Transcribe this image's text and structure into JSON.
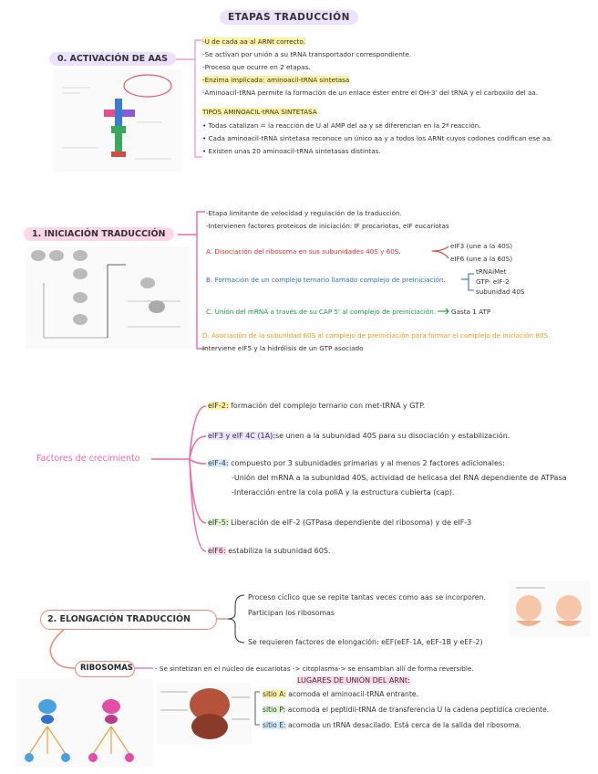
{
  "title": "ETAPAS TRADUCCIÓN",
  "sec0": {
    "heading": "0. ACTIVACIÓN DE AAS",
    "lines": [
      "-U de cada aa al ARNt correcto.",
      "-Se activan por unión a su tRNA transportador correspondiente.",
      "-Proceso que ocurre en 2 etapas.",
      "-Enzima implicada: aminoacil-tRNA sintetasa",
      "-Aminoacil-tRNA permite la formación de un enlace éster entre el OH-3' del tRNA y el carboxilo del aa."
    ],
    "subheading": "TIPOS AMINOACIL-tRNA SINTETASA",
    "bullets": [
      "• Todas catalizan = la reacción de U al AMP del aa y se diferencian en la 2ª reacción.",
      "• Cada aminoacil-tRNA sintetasa reconoce un único aa y a todos los ARNt cuyos codones codifican ese aa.",
      "• Existen unas 20 aminoacil-tRNA sintetasas distintas."
    ]
  },
  "sec1": {
    "heading": "1. INICIACIÓN TRADUCCIÓN",
    "intro": [
      "-Etapa limitante de velocidad y regulación de la traducción.",
      "-Intervienen factores proteicos de iniciación: IF procariotas, eIF eucariotas"
    ],
    "a_text": "A. Disociación del ribosoma en sus subunidades 40S y 60S.",
    "a_items": [
      "eIF3 (une a la 40S)",
      "eIF6 (une a la 60S)"
    ],
    "b_text": "B. Formación de un complejo ternario llamado complejo de preiniciación.",
    "b_items": [
      "tRNAiMet",
      "GTP- eIF-2",
      "subunidad 40S"
    ],
    "c_text": "C. Unión del mRNA a través de su CAP 5' al complejo de preiniciación.",
    "c_result": "Gasta 1 ATP",
    "d_text": "D. Asociación de la subunidad 60S al complejo de preiniciación para formar el complejo de iniciación 80S.",
    "d_note": "Interviene eIF5 y la hidrólisis de un GTP asociado"
  },
  "factores": {
    "heading": "Factores de crecimiento",
    "items": [
      {
        "name": "eIF-2:",
        "text": " formación del complejo ternario con met-tRNA y GTP."
      },
      {
        "name": "eIF3 y eIF 4C (1A):",
        "text": "se unen a la subunidad 40S para su disociación y estabilización."
      },
      {
        "name": "eIF-4:",
        "text": " compuesto por 3 subunidades primarias y al menos 2 factores adicionales:"
      },
      {
        "name": "eIF-5:",
        "text": " Liberación de eIF-2 (GTPasa dependiente del ribosoma) y de eIF-3"
      },
      {
        "name": "eIF6:",
        "text": " estabiliza la subunidad 60S."
      }
    ],
    "eif4_sub": [
      "-Unión del mRNA a la subunidad 40S, actividad de helicasa del RNA dependiente de ATPasa",
      "-Interacción entre la cola poliA y la estructura cubierta (cap)."
    ]
  },
  "sec2": {
    "heading": "2. ELONGACIÓN TRADUCCIÓN",
    "lines": [
      "Proceso cíclico que se repite tantas veces como aas se incorporen.",
      "Participan los ribosomas",
      "Se requieren factores de elongación: eEF(eEF-1A, eEF-1B y eEF-2)"
    ]
  },
  "ribosomas": {
    "heading": "RIBOSOMAS",
    "line": "- Se sintetizan en el núcleo de eucariotas -> citoplasma-> se ensamblan allí de forma reversible.",
    "subheading": "LUGARES DE UNIÓN DEL ARNt:",
    "sites": [
      {
        "name": "sitio A:",
        "text": " acomoda el aminoacil-tRNA entrante."
      },
      {
        "name": "sitio P:",
        "text": " acomoda el peptidil-tRNA de transferencia U la cadena peptídica creciente."
      },
      {
        "name": "sitio E:",
        "text": " acomoda un tRNA desacilado. Está cerca de la salida del ribosoma."
      }
    ]
  },
  "colors": {
    "pink": "#f06aa6",
    "purple": "#c9b4f0",
    "red": "#e02f2f",
    "blue": "#2f6fd0",
    "green": "#1c9a4a",
    "orange": "#f29a1a",
    "salmon": "#f08a7a"
  }
}
